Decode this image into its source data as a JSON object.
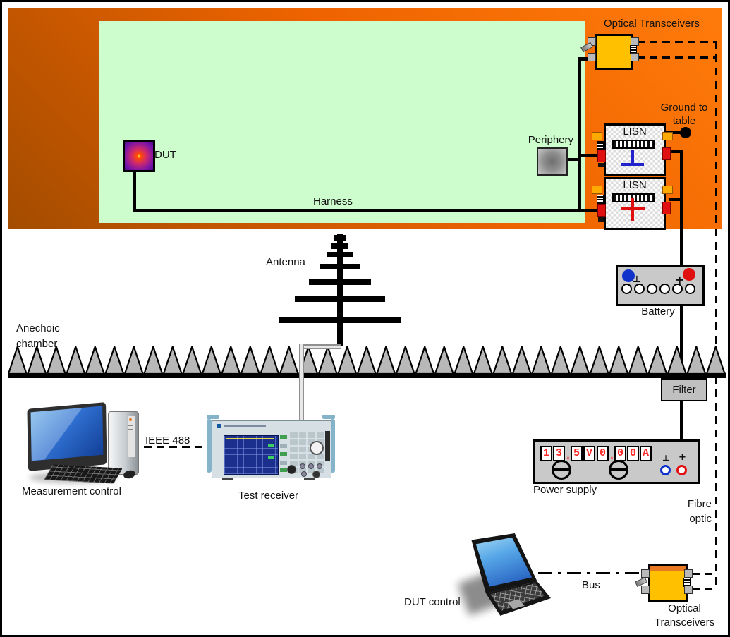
{
  "colors": {
    "table_orange_bright": "#ff7b0a",
    "table_orange_mid": "#ee6300",
    "table_orange_dark": "#9c4a00",
    "ground_plane_green": "#cdfdcd",
    "transceiver_yellow": "#ffc000",
    "transceiver_strip_orange": "#e87920",
    "lisn_ground_blue": "#2323cc",
    "accent_red": "#e01010",
    "display_red": "#ff2a2a",
    "absorber_gray": "#b8b8b8",
    "battery_gray": "#c9c9c9"
  },
  "labels": {
    "optical_transceivers_top": "Optical Transceivers",
    "ground_to_table_line1": "Ground to",
    "ground_to_table_line2": "table",
    "periphery": "Periphery",
    "lisn_top": "LISN",
    "lisn_bottom": "LISN",
    "dut": "DUT",
    "harness": "Harness",
    "antenna": "Antenna",
    "battery": "Battery",
    "anechoic_line1": "Anechoic",
    "anechoic_line2": "chamber",
    "filter": "Filter",
    "ieee_488": "IEEE 488",
    "measurement_control": "Measurement control",
    "test_receiver": "Test receiver",
    "power_supply": "Power supply",
    "fibre_line1": "Fibre",
    "fibre_line2": "optic",
    "dut_control": "DUT control",
    "bus": "Bus",
    "optical_bottom_line1": "Optical",
    "optical_bottom_line2": "Transceivers"
  },
  "power_supply_display": {
    "voltage_cells": [
      "1",
      "3",
      ",",
      "5",
      "V"
    ],
    "current_cells": [
      "0",
      ",",
      "0",
      "0",
      "A"
    ]
  }
}
